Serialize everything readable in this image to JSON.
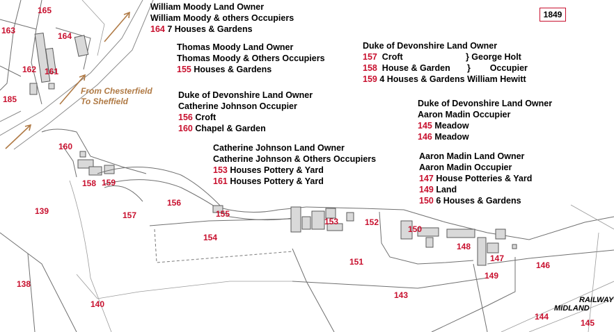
{
  "year": "1849",
  "road_label": {
    "from": "From Chesterfield",
    "to": "To Sheffield"
  },
  "railway_label": {
    "line1": "RAILWAY",
    "line2": "MIDLAND"
  },
  "plot_numbers": [
    "165",
    "163",
    "164",
    "162",
    "161",
    "185",
    "160",
    "158",
    "159",
    "139",
    "157",
    "156",
    "155",
    "154",
    "153",
    "152",
    "150",
    "148",
    "147",
    "146",
    "149",
    "151",
    "143",
    "138",
    "140",
    "144",
    "145"
  ],
  "info_blocks": [
    {
      "lines": [
        {
          "num": "",
          "text": "William Moody  Land Owner"
        },
        {
          "num": "",
          "text": "William Moody & others  Occupiers"
        },
        {
          "num": "164",
          "text": " 7 Houses & Gardens"
        }
      ]
    },
    {
      "lines": [
        {
          "num": "",
          "text": "Thomas Moody  Land Owner"
        },
        {
          "num": "",
          "text": "Thomas Moody & Others Occupiers"
        },
        {
          "num": "155",
          "text": "  Houses & Gardens"
        }
      ]
    },
    {
      "lines": [
        {
          "num": "",
          "text": "Duke of Devonshire  Land Owner"
        },
        {
          "num": "",
          "text": "Catherine Johnson  Occupier"
        },
        {
          "num": "156",
          "text": "  Croft"
        },
        {
          "num": "160",
          "text": "  Chapel & Garden"
        }
      ]
    },
    {
      "lines": [
        {
          "num": "",
          "text": "Catherine Johnson  Land Owner"
        },
        {
          "num": "",
          "text": "Catherine Johnson & Others  Occupiers"
        },
        {
          "num": "153",
          "text": " Houses Pottery & Yard"
        },
        {
          "num": "161",
          "text": " Houses Pottery & Yard"
        }
      ]
    },
    {
      "lines": [
        {
          "num": "",
          "text": "Duke of Devonshire  Land Owner"
        },
        {
          "num": "157",
          "text": "  Croft                          } George Holt"
        },
        {
          "num": "158",
          "text": "  House & Garden       }        Occupier"
        },
        {
          "num": "159",
          "text": "  4 Houses & Gardens  William Hewitt"
        }
      ]
    },
    {
      "lines": [
        {
          "num": "",
          "text": "Duke of Devonshire  Land Owner"
        },
        {
          "num": "",
          "text": "Aaron Madin  Occupier"
        },
        {
          "num": "145",
          "text": "  Meadow"
        },
        {
          "num": "146",
          "text": "  Meadow"
        }
      ]
    },
    {
      "lines": [
        {
          "num": "",
          "text": "Aaron Madin  Land Owner"
        },
        {
          "num": "",
          "text": " Aaron Madin  Occupier"
        },
        {
          "num": "147",
          "text": "  House Potteries & Yard"
        },
        {
          "num": "149",
          "text": "  Land"
        },
        {
          "num": "150",
          "text": "   6 Houses & Gardens"
        }
      ]
    }
  ]
}
